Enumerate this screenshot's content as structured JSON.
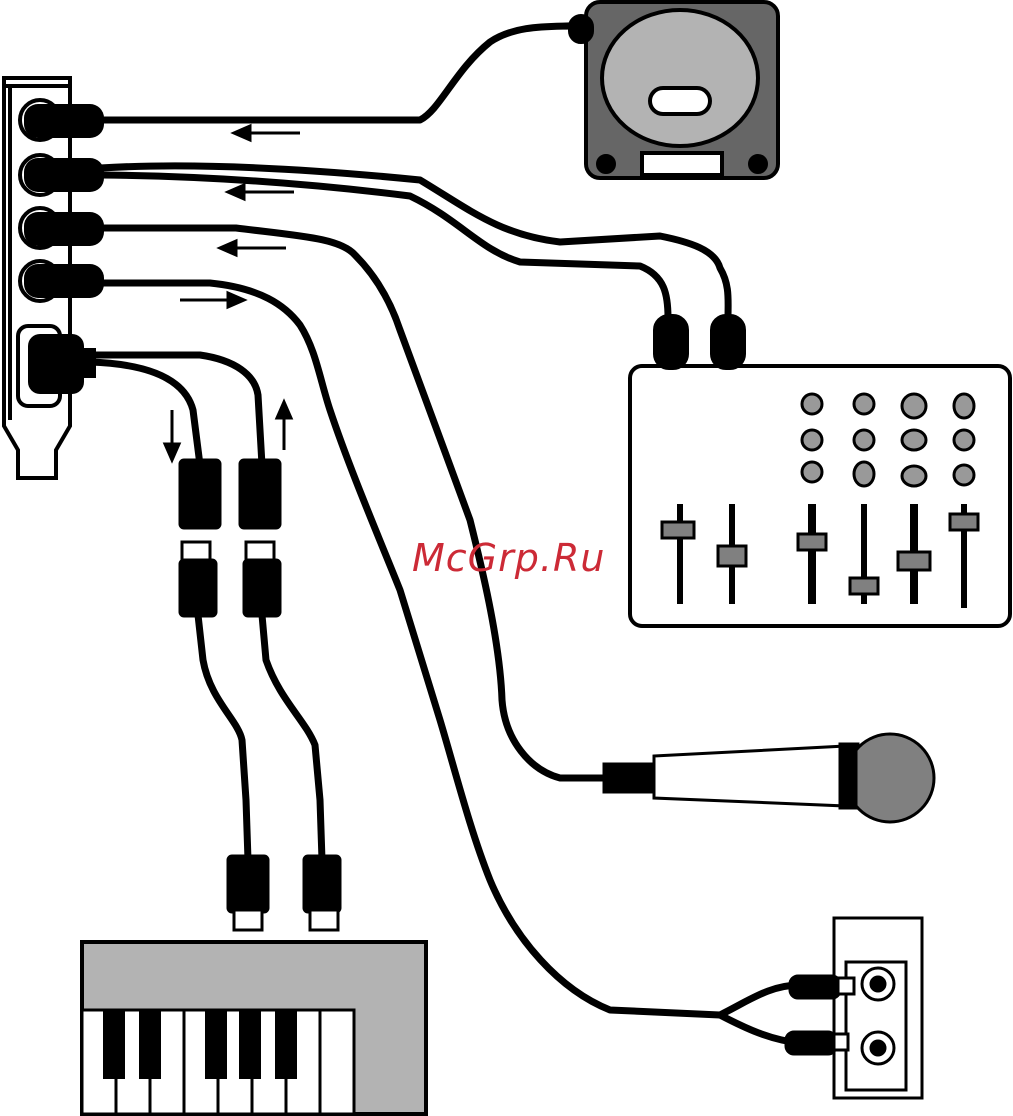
{
  "watermark": {
    "text": "McGrp.Ru"
  },
  "colors": {
    "outline": "#000000",
    "panel_gray": "#b3b3b3",
    "device_dark": "#666666",
    "mic_gray": "#808080",
    "knob_gray": "#999999",
    "watermark": "#cc2a36"
  },
  "devices": [
    {
      "name": "sound-card-bracket",
      "type": "expansion card"
    },
    {
      "name": "speaker",
      "type": "speaker"
    },
    {
      "name": "mixer",
      "type": "mixing console"
    },
    {
      "name": "microphone",
      "type": "microphone"
    },
    {
      "name": "rca-jack-panel",
      "type": "rca outputs"
    },
    {
      "name": "midi-keyboard",
      "type": "keyboard"
    }
  ]
}
